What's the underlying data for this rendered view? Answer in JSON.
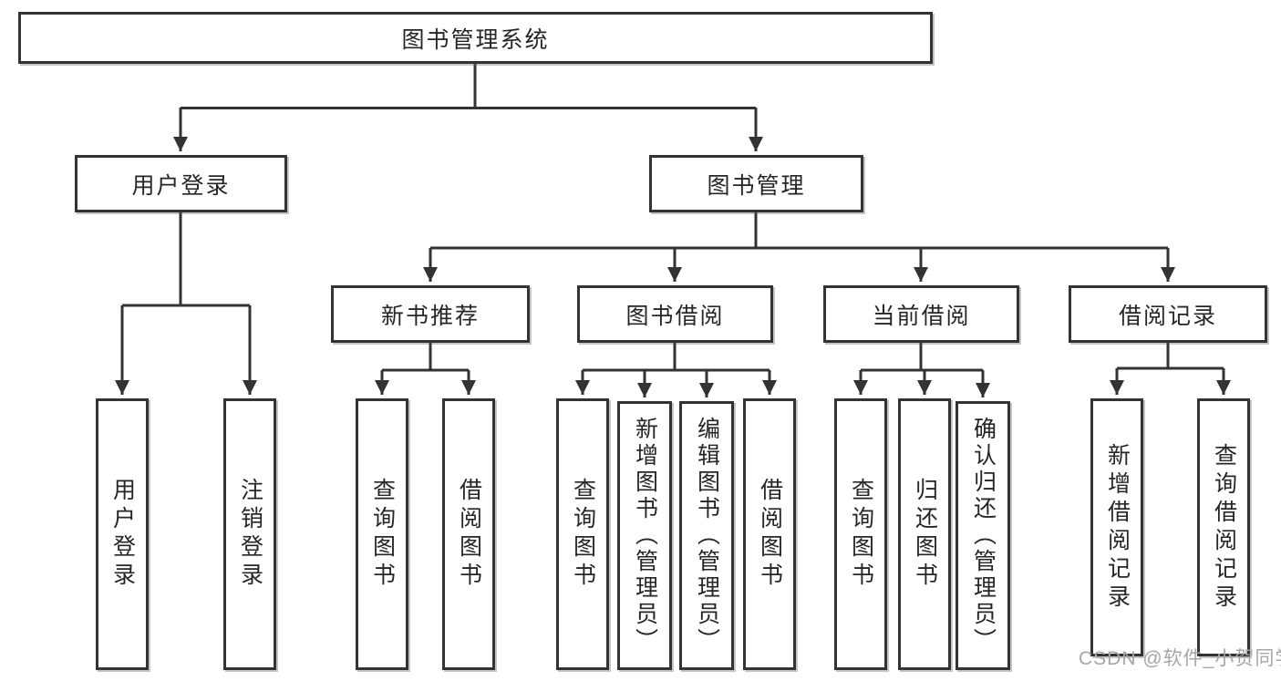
{
  "tree": {
    "label": "图书管理系统",
    "children": [
      {
        "label": "用户登录",
        "children": [
          {
            "label": "用户登录"
          },
          {
            "label": "注销登录"
          }
        ]
      },
      {
        "label": "图书管理",
        "children": [
          {
            "label": "新书推荐",
            "children": [
              {
                "label": "查询图书"
              },
              {
                "label": "借阅图书"
              }
            ]
          },
          {
            "label": "图书借阅",
            "children": [
              {
                "label": "查询图书"
              },
              {
                "label": "新增图书（管理员）"
              },
              {
                "label": "编辑图书（管理员）"
              },
              {
                "label": "借阅图书"
              }
            ]
          },
          {
            "label": "当前借阅",
            "children": [
              {
                "label": "查询图书"
              },
              {
                "label": "归还图书"
              },
              {
                "label": "确认归还（管理员）"
              }
            ]
          },
          {
            "label": "借阅记录",
            "children": [
              {
                "label": "新增借阅记录"
              },
              {
                "label": "查询借阅记录"
              }
            ]
          }
        ]
      }
    ]
  },
  "watermark": {
    "text": "CSDN @软件_小贺同学"
  },
  "colors": {
    "background": "#ffffff",
    "line": "#333333",
    "border": "#333333",
    "text": "#262626",
    "watermark": "#a6a6a6"
  }
}
